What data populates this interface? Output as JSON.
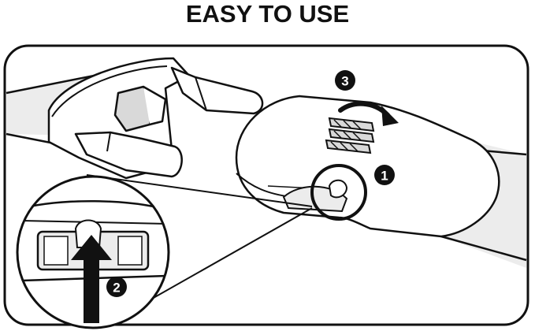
{
  "heading": "EASY TO USE",
  "steps": [
    {
      "number": "1"
    },
    {
      "number": "2"
    },
    {
      "number": "3"
    }
  ],
  "colors": {
    "ink": "#111111",
    "fill": "#ffffff",
    "shade": "#d9d9d9",
    "light_shade": "#ececec"
  }
}
